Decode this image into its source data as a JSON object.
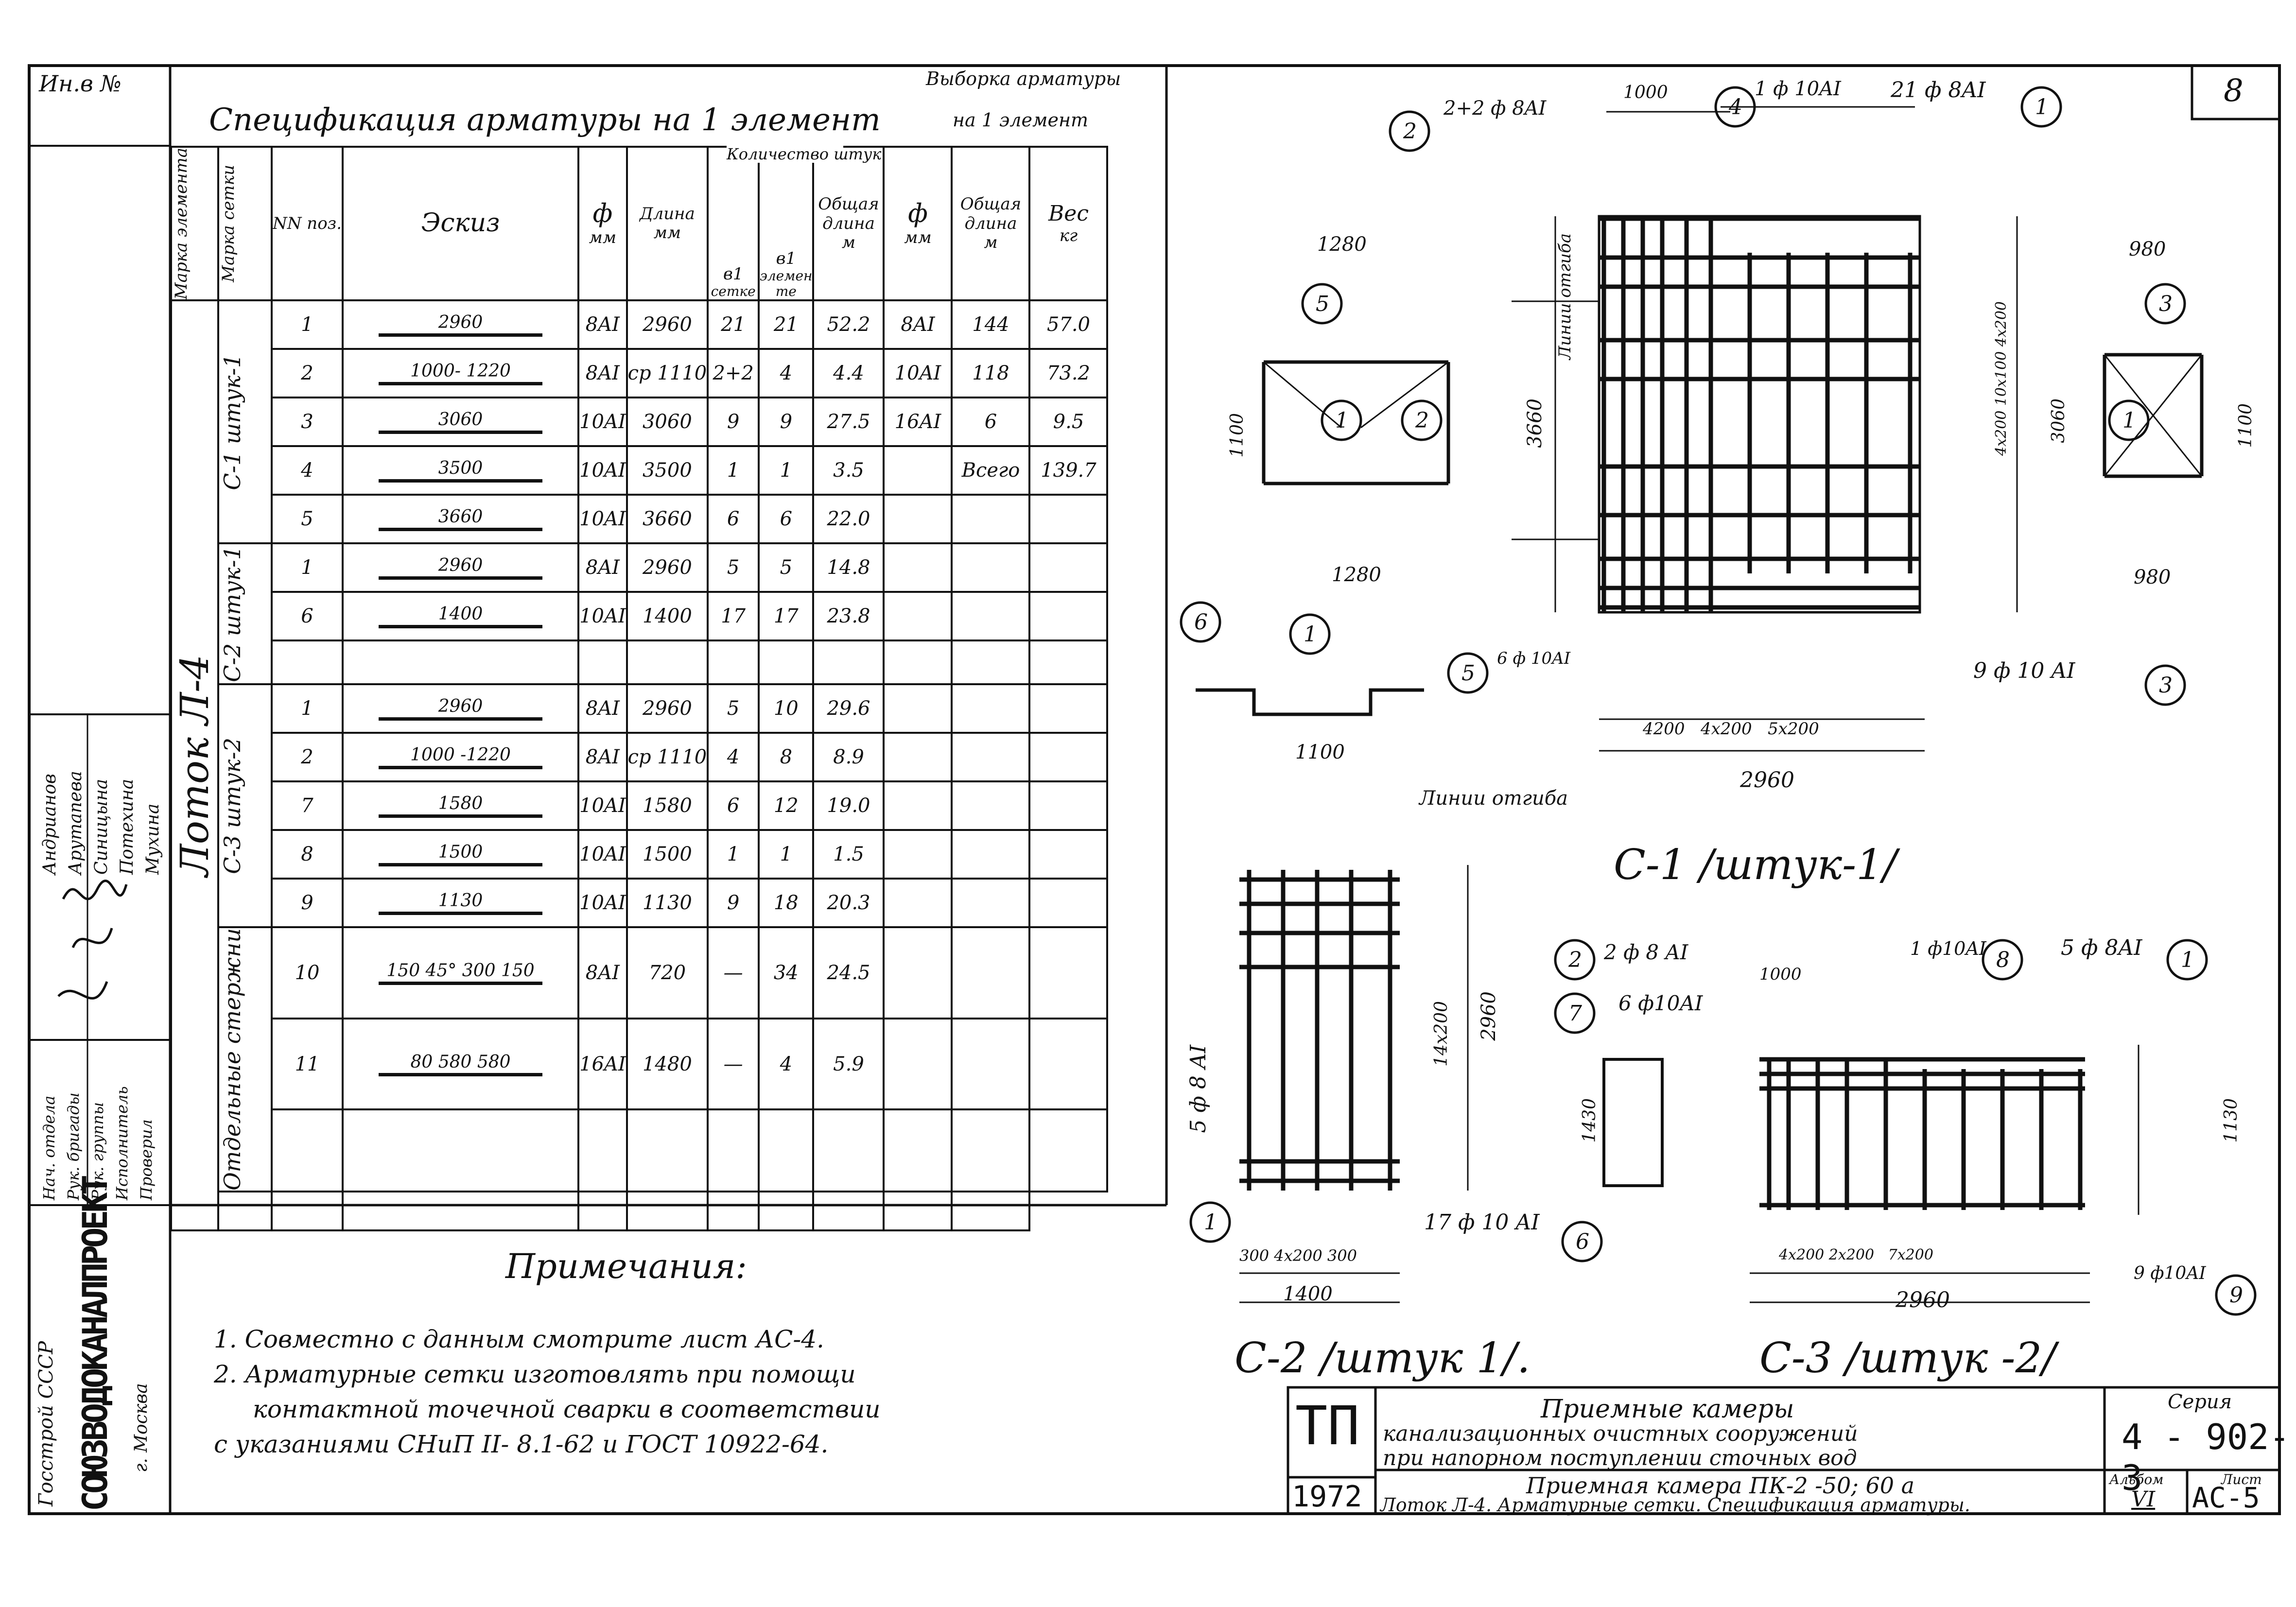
{
  "sheet": {
    "corner_label": "Ин.в №",
    "page_number": "8",
    "margin": {
      "org_1": "Госстрой СССР",
      "org_2": "СОЮЗВОДОКАНАЛПРОЕКТ",
      "city": "г. Москва",
      "roles": [
        "Нач. отдела",
        "Рук. бригады",
        "Рук. группы",
        "Исполнитель",
        "Проверил"
      ],
      "names": [
        "Андрианов",
        "Арутапева",
        "Синицына",
        "Потехина",
        "Мухина"
      ]
    },
    "specification_title": "Спецификация арматуры на 1 элемент",
    "selection_title_1": "Выборка арматуры",
    "selection_title_2": "на 1 элемент",
    "headers": {
      "element_mark": "Марка элемента",
      "mesh_mark": "Марка сетки",
      "pos_no": "NN поз.",
      "sketch": "Эскиз",
      "dia": "ф",
      "dia_unit": "мм",
      "length": "Длина",
      "length_unit": "мм",
      "qty_group": "Количество штук",
      "qty_mesh_1": "в1",
      "qty_mesh_2": "сетке",
      "qty_elem_1": "в1",
      "qty_elem_2": "элемен те",
      "total_len": "Общая длина",
      "total_len_unit": "м",
      "sel_dia": "ф",
      "sel_dia_unit": "мм",
      "sel_total": "Общая длина",
      "sel_total_unit": "м",
      "weight": "Вес",
      "weight_unit": "кг"
    },
    "element_mark": "Лоток Л-4",
    "groups": [
      {
        "mesh": "С-1 штук-1",
        "rows": [
          {
            "pos": "1",
            "sketch": "2960",
            "dia": "8AI",
            "len": "2960",
            "mesh": "21",
            "elem": "21",
            "total": "52.2",
            "sdia": "8AI",
            "stotal": "144",
            "weight": "57.0"
          },
          {
            "pos": "2",
            "sketch": "1000- 1220",
            "dia": "8AI",
            "len": "ср 1110",
            "mesh": "2+2",
            "elem": "4",
            "total": "4.4",
            "sdia": "10AI",
            "stotal": "118",
            "weight": "73.2"
          },
          {
            "pos": "3",
            "sketch": "3060",
            "dia": "10AI",
            "len": "3060",
            "mesh": "9",
            "elem": "9",
            "total": "27.5",
            "sdia": "16AI",
            "stotal": "6",
            "weight": "9.5"
          },
          {
            "pos": "4",
            "sketch": "3500",
            "dia": "10AI",
            "len": "3500",
            "mesh": "1",
            "elem": "1",
            "total": "3.5",
            "sdia": "",
            "stotal": "Всего",
            "weight": "139.7"
          },
          {
            "pos": "5",
            "sketch": "3660",
            "dia": "10AI",
            "len": "3660",
            "mesh": "6",
            "elem": "6",
            "total": "22.0",
            "sdia": "",
            "stotal": "",
            "weight": ""
          }
        ]
      },
      {
        "mesh": "С-2 штук-1",
        "rows": [
          {
            "pos": "1",
            "sketch": "2960",
            "dia": "8AI",
            "len": "2960",
            "mesh": "5",
            "elem": "5",
            "total": "14.8",
            "sdia": "",
            "stotal": "",
            "weight": ""
          },
          {
            "pos": "6",
            "sketch": "1400",
            "dia": "10AI",
            "len": "1400",
            "mesh": "17",
            "elem": "17",
            "total": "23.8",
            "sdia": "",
            "stotal": "",
            "weight": ""
          }
        ]
      },
      {
        "mesh": "С-3 штук-2",
        "rows": [
          {
            "pos": "1",
            "sketch": "2960",
            "dia": "8AI",
            "len": "2960",
            "mesh": "5",
            "elem": "10",
            "total": "29.6",
            "sdia": "",
            "stotal": "",
            "weight": ""
          },
          {
            "pos": "2",
            "sketch": "1000 -1220",
            "dia": "8AI",
            "len": "ср 1110",
            "mesh": "4",
            "elem": "8",
            "total": "8.9",
            "sdia": "",
            "stotal": "",
            "weight": ""
          },
          {
            "pos": "7",
            "sketch": "1580",
            "dia": "10AI",
            "len": "1580",
            "mesh": "6",
            "elem": "12",
            "total": "19.0",
            "sdia": "",
            "stotal": "",
            "weight": ""
          },
          {
            "pos": "8",
            "sketch": "1500",
            "dia": "10AI",
            "len": "1500",
            "mesh": "1",
            "elem": "1",
            "total": "1.5",
            "sdia": "",
            "stotal": "",
            "weight": ""
          },
          {
            "pos": "9",
            "sketch": "1130",
            "dia": "10AI",
            "len": "1130",
            "mesh": "9",
            "elem": "18",
            "total": "20.3",
            "sdia": "",
            "stotal": "",
            "weight": ""
          }
        ]
      },
      {
        "mesh": "Отдельные стержни",
        "rows": [
          {
            "pos": "10",
            "sketch": "150 45° 300 150",
            "dia": "8AI",
            "len": "720",
            "mesh": "—",
            "elem": "34",
            "total": "24.5",
            "sdia": "",
            "stotal": "",
            "weight": ""
          },
          {
            "pos": "11",
            "sketch": "80 580 580",
            "dia": "16AI",
            "len": "1480",
            "mesh": "—",
            "elem": "4",
            "total": "5.9",
            "sdia": "",
            "stotal": "",
            "weight": ""
          }
        ]
      }
    ],
    "notes_title": "Примечания:",
    "notes": [
      "1. Совместно с данным смотрите лист АС-4.",
      "2. Арматурные сетки изготовлять при помощи",
      "контактной точечной сварки в соответствии",
      "с указаниями СНиП II- 8.1-62 и ГОСТ 10922-64."
    ],
    "captions": {
      "c1": "С-1 /штук-1/",
      "c2": "С-2 /штук 1/.",
      "c3": "С-3 /штук -2/"
    },
    "drawing_labels": {
      "c1_top_left": "2+2 ф 8AI",
      "c1_top_1000": "1000",
      "c1_top_mid": "1 ф 10AI",
      "c1_top_right": "21 ф 8AI",
      "c1_left": "6 ф 10AI",
      "c1_right": "9 ф 10 AI",
      "c1_bottom_dim": "2960",
      "c1_bottom_segs": "4200   4x200   5x200",
      "c1_height": "3660",
      "c1_right_dims": "4x200   10x100   4x200",
      "c1_right_h": "3060",
      "bend_line": "Линии отгиба",
      "sec_1280": "1280",
      "sec_1100": "1100",
      "sec_980": "980",
      "c2_width": "1400",
      "c2_height": "2960",
      "c2_bottom": "17 ф 10 AI",
      "c2_left": "5 ф 8 AI",
      "c2_segs": "300 4x200 300",
      "c2_mid": "14x200",
      "c3_top_left": "2 ф 8 AI",
      "c3_top_left2": "6 ф10AI",
      "c3_top_mid": "1 ф10AI",
      "c3_top_right": "5 ф 8AI",
      "c3_right": "9 ф10AI",
      "c3_bottom": "2960",
      "c3_segs": "4x200 2x200   7x200",
      "c3_height": "1130",
      "c3_side": "1430",
      "c3_1000": "1000",
      "tray_1100": "1100"
    },
    "title_block": {
      "stamp": "ТП",
      "year": "1972",
      "line1": "Приемные камеры",
      "line2": "канализационных очистных сооружений",
      "line3": "при напорном поступлении сточных вод",
      "line4": "Приемная камера ПК-2 -50; 60 а",
      "line5": "Лоток Л-4. Арматурные сетки. Спецификация арматуры.",
      "series_label": "Серия",
      "series": "4 - 902-3",
      "album_label": "Альбом",
      "album": "VI",
      "sheet_label": "Лист",
      "sheet": "АС-5"
    }
  }
}
